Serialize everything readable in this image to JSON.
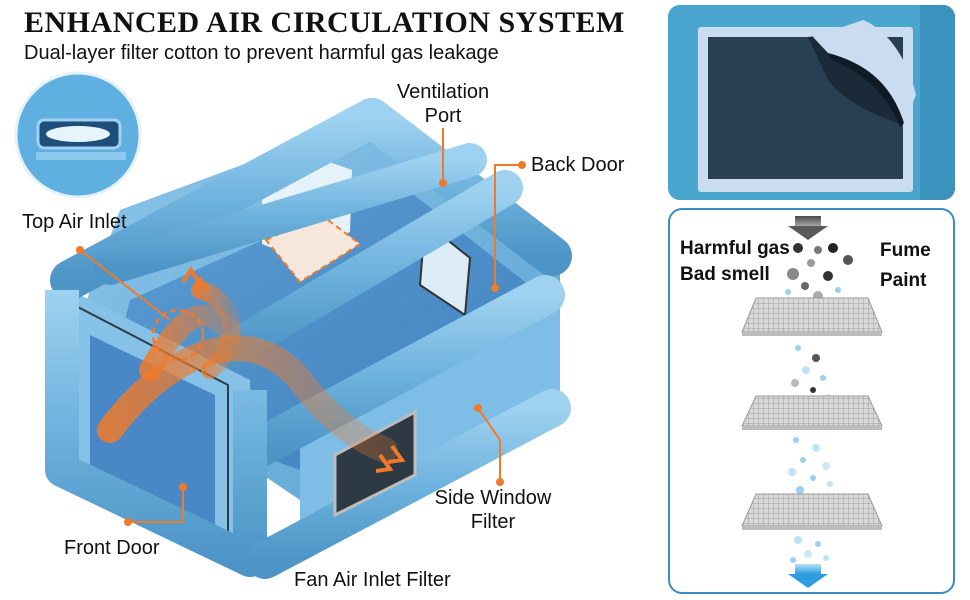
{
  "header": {
    "title": "ENHANCED AIR CIRCULATION SYSTEM",
    "subtitle": "Dual-layer filter cotton to prevent harmful gas leakage"
  },
  "callouts": {
    "ventilation_port_line1": "Ventilation",
    "ventilation_port_line2": "Port",
    "back_door": "Back Door",
    "top_air_inlet": "Top Air Inlet",
    "side_window_filter_line1": "Side Window",
    "side_window_filter_line2": "Filter",
    "front_door": "Front Door",
    "fan_air_inlet_filter": "Fan Air Inlet Filter"
  },
  "filter_panel": {
    "harmful_gas": "Harmful gas",
    "bad_smell": "Bad smell",
    "fume": "Fume",
    "paint": "Paint"
  },
  "colors": {
    "accent_orange": "#f07a2a",
    "booth_blue": "#6fb3de",
    "panel_border": "#3c8bc9"
  }
}
